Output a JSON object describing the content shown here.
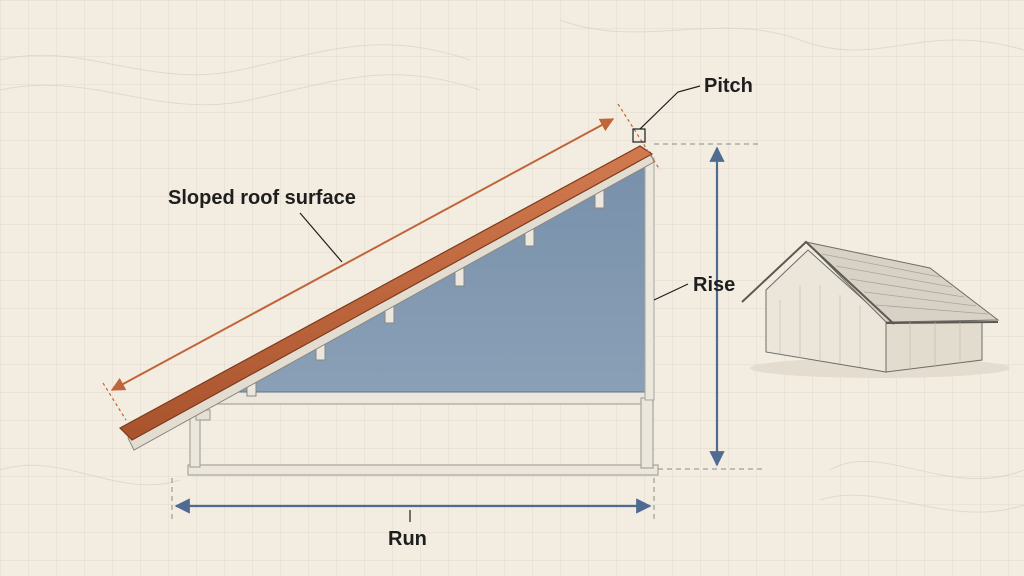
{
  "labels": {
    "pitch": "Pitch",
    "sloped_roof_surface": "Sloped roof surface",
    "rise": "Rise",
    "run": "Run"
  },
  "colors": {
    "background": "#f3ede1",
    "roof_surface": "#c4683d",
    "roof_arrow": "#c0653a",
    "wall_fill": "#7d93ad",
    "dimension_arrow": "#4f6b92",
    "framing": "#b9b6ae",
    "label_text": "#1e1e1e"
  },
  "icons": {
    "house_sketch": "gable-house-illustration"
  }
}
